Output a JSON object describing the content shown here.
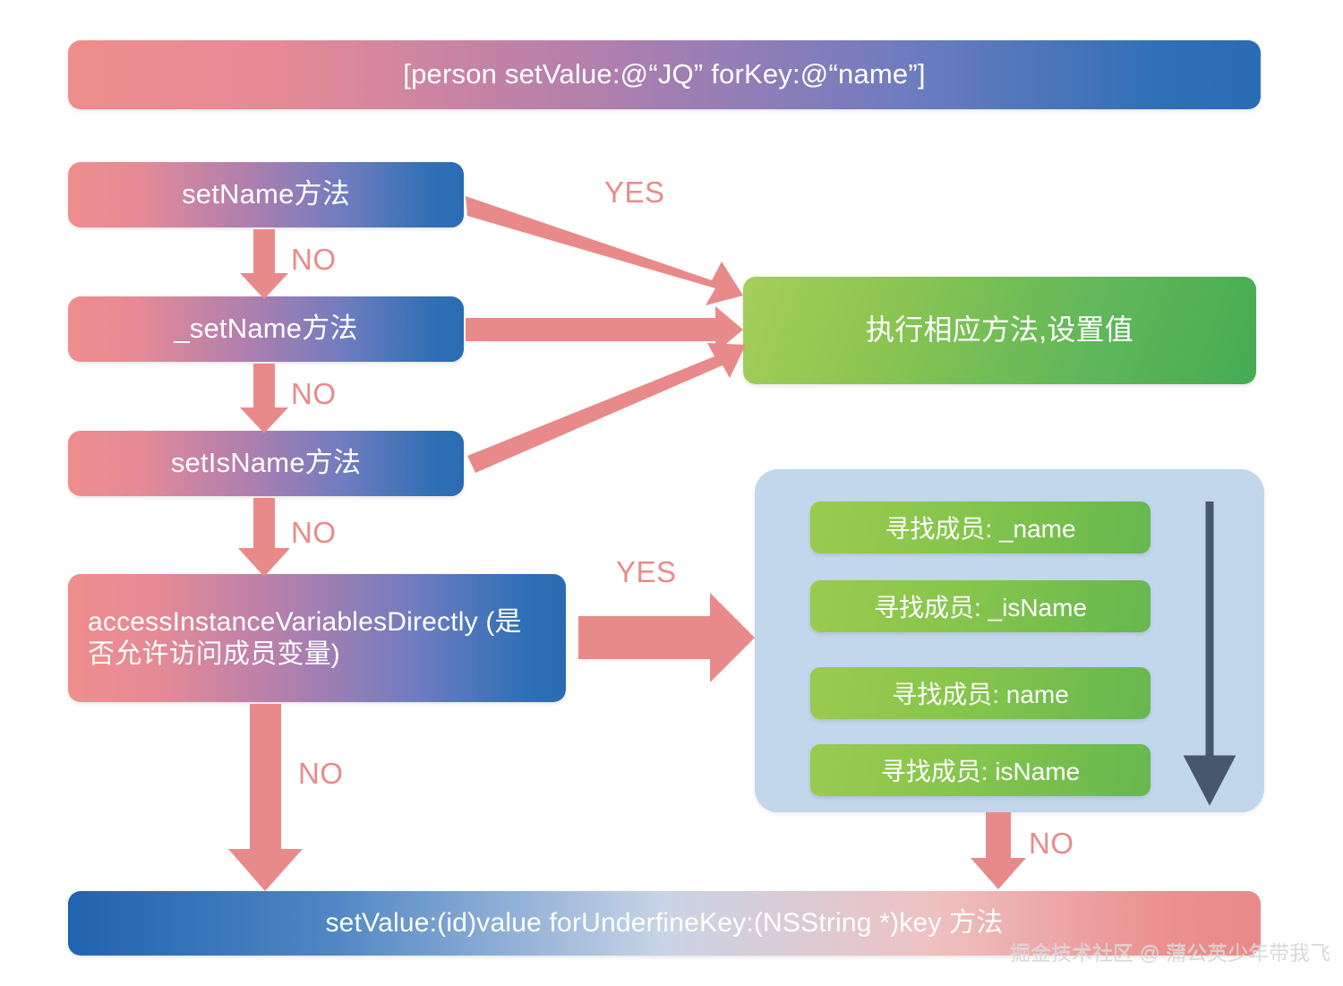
{
  "diagram": {
    "title_bar": {
      "label": "[person setValue:@“JQ” forKey:@“name”]"
    },
    "nodes": {
      "set_name": "setName方法",
      "underscore_set_name": "_setName方法",
      "set_is_name": "setIsName方法",
      "access_ivars": "accessInstanceVariablesDirectly (是否允许访问成员变量)",
      "execute": "执行相应方法,设置值",
      "undefined_key": "setValue:(id)value forUnderfineKey:(NSString *)key 方法"
    },
    "ivar_panel": {
      "chips": [
        "寻找成员: _name",
        "寻找成员: _isName",
        "寻找成员: name",
        "寻找成员: isName"
      ]
    },
    "edges": {
      "no_1": "NO",
      "no_2": "NO",
      "no_3": "NO",
      "no_4": "NO",
      "no_5": "NO",
      "yes_1": "YES",
      "yes_2": "YES"
    },
    "watermark": "掘金技术社区 @ 蒲公英少年带我飞",
    "colors": {
      "arrow_red": "#e98a8a",
      "node_red": "#ef8d8d",
      "node_blue": "#2a6cb4",
      "green_start": "#a6ce5a",
      "green_end": "#45ab53",
      "panel_blue": "#c2d6ec",
      "dark_arrow": "#47576e"
    }
  }
}
